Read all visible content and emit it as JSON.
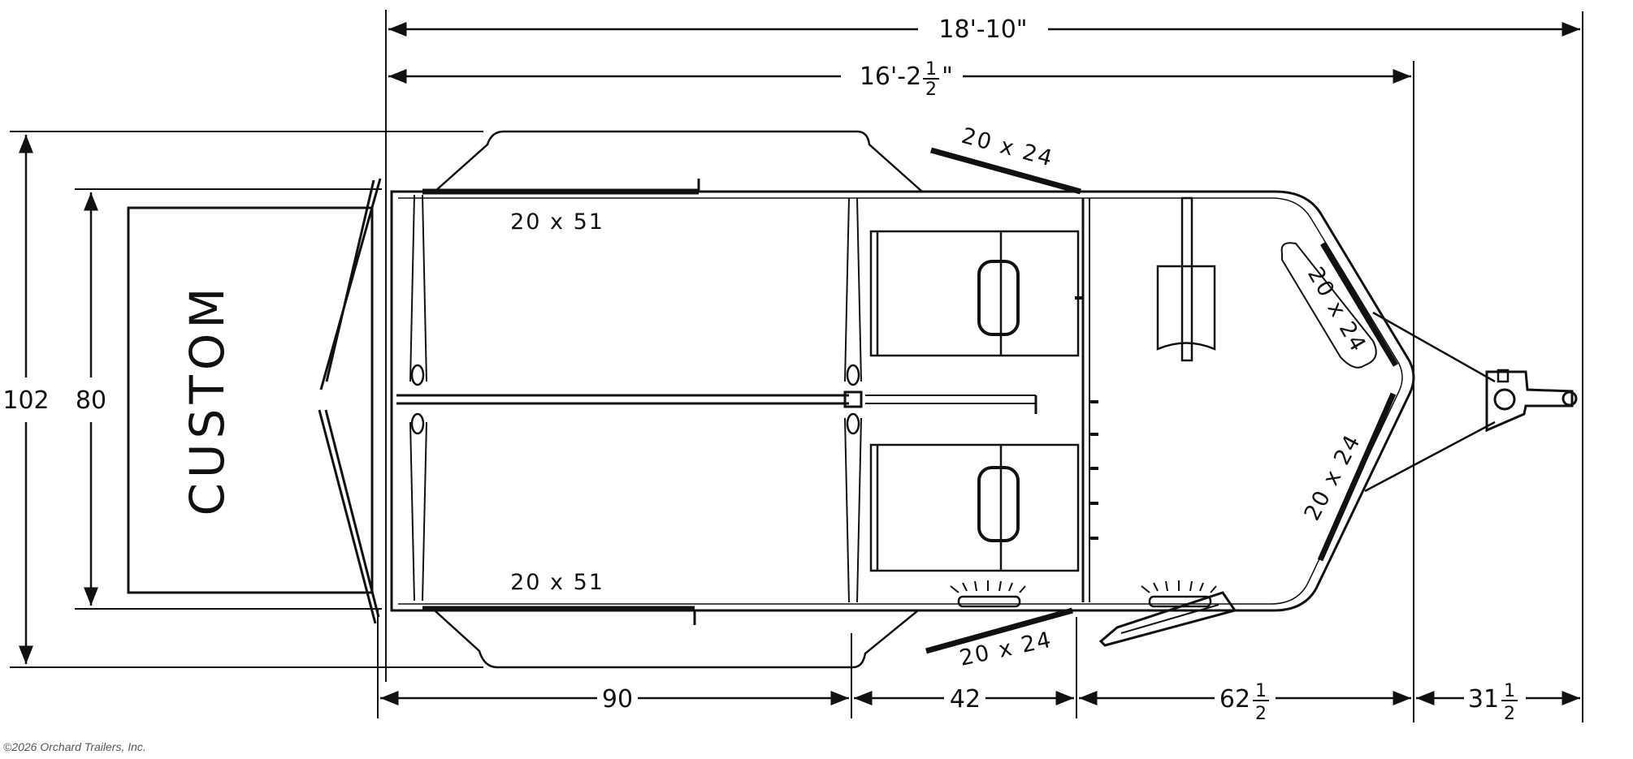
{
  "diagram": {
    "overall_length": "18'-10\"",
    "body_length_whole": "16'-2",
    "body_length_num": "1",
    "body_length_den": "2",
    "body_length_mark": "\"",
    "outer_width": "102",
    "inner_width": "80",
    "custom_label": "CUSTOM",
    "window_labels": {
      "rear_top": "20 x 51",
      "rear_bottom": "20 x 51",
      "drop_top": "20 x 24",
      "drop_bottom": "20 x 24",
      "nose_upper": "20 x 24",
      "nose_lower": "20 x 24"
    },
    "bottom_dims": {
      "d1": "90",
      "d2": "42",
      "d3_whole": "62",
      "d3_num": "1",
      "d3_den": "2",
      "d4_whole": "31",
      "d4_num": "1",
      "d4_den": "2"
    }
  },
  "copyright": "©2026 Orchard Trailers, Inc."
}
